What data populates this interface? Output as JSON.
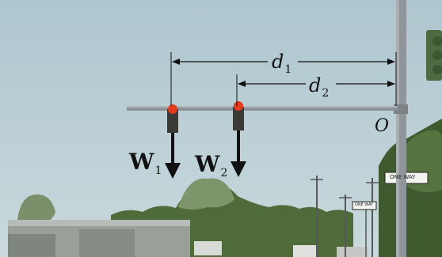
{
  "labels": {
    "d1": {
      "symbol": "d",
      "subscript": "1"
    },
    "d2": {
      "symbol": "d",
      "subscript": "2"
    },
    "w1": {
      "symbol": "W",
      "subscript": "1"
    },
    "w2": {
      "symbol": "W",
      "subscript": "2"
    },
    "origin": "O"
  },
  "signs": {
    "one_way": "ONE WAY",
    "small_sign": "ONE WAY"
  },
  "colors": {
    "sky": "#b9cfd6",
    "pole": "#8f9598",
    "signal_light": "#e63a1e",
    "signal_body": "#3a3a36",
    "trees": "#4f6b3a",
    "building": "#9a9f9a",
    "annotation": "#111111"
  }
}
